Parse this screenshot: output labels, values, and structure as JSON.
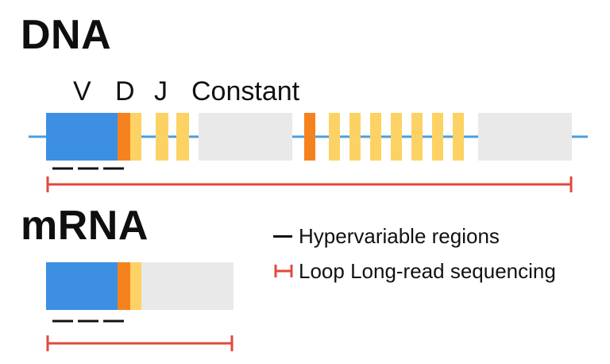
{
  "headings": {
    "dna": "DNA",
    "mrna": "mRNA"
  },
  "segment_labels": {
    "v": "V",
    "d": "D",
    "j": "J",
    "constant": "Constant"
  },
  "legend": {
    "hypervariable": "Hypervariable regions",
    "long_read": "Loop Long-read sequencing"
  },
  "colors": {
    "backbone": "#4a9ee0",
    "v_segment": "#3d8fe3",
    "d_segment": "#f6821f",
    "j_segment": "#fdd264",
    "constant": "#e9e9e9",
    "hypervariable": "#111111",
    "long_read": "#e04a3c"
  }
}
